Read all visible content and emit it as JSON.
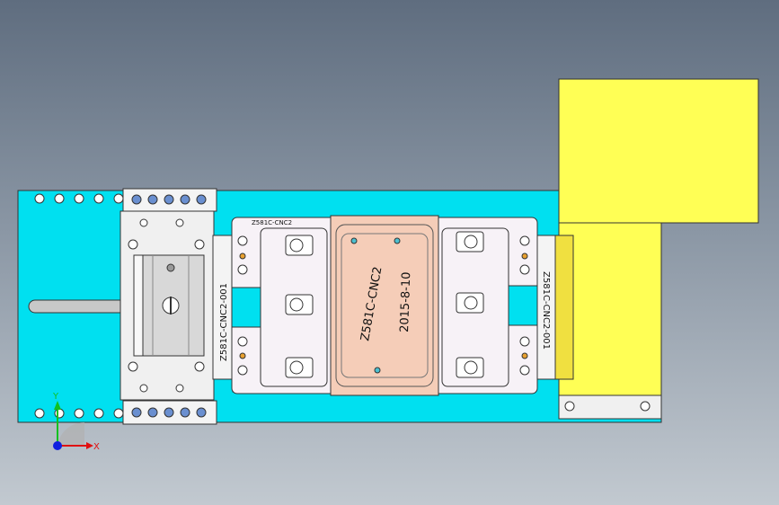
{
  "viewport": {
    "background_top": "#5f6d7f",
    "background_bottom": "#c2c9d0"
  },
  "model": {
    "base_color": "#00e0f0",
    "motor_color": "#ffff55",
    "nest_color": "#f5cdb8",
    "plate_color": "#f7f2f7"
  },
  "labels": {
    "left_block": "Z581C-CNC2-001",
    "right_block": "Z581C-CNC2-001",
    "top_plate": "Z581C-CNC2",
    "nest_part": "Z581C-CNC2",
    "nest_date": "2015-8-10"
  },
  "triad": {
    "x_label": "X",
    "y_label": "Y",
    "x_color": "#e01010",
    "y_color": "#10c020",
    "z_color": "#1020e0"
  }
}
